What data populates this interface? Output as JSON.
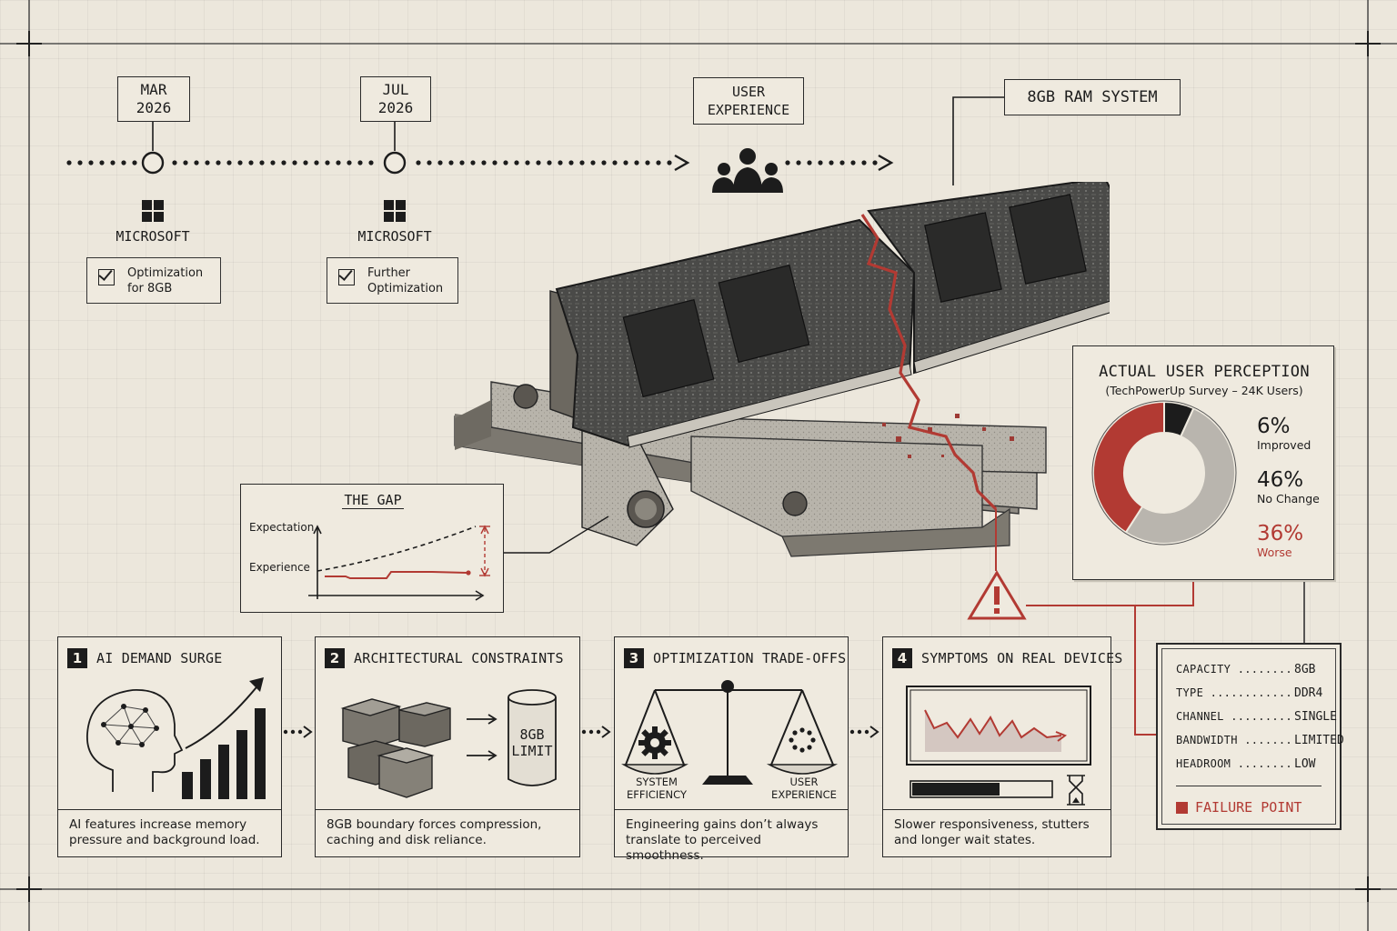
{
  "timeline": {
    "dates": [
      {
        "line1": "MAR",
        "line2": "2026"
      },
      {
        "line1": "JUL",
        "line2": "2026"
      }
    ],
    "company_label": "MICROSOFT",
    "notes": [
      {
        "line1": "Optimization",
        "line2": "for 8GB"
      },
      {
        "line1": "Further",
        "line2": "Optimization"
      }
    ],
    "user_experience": {
      "line1": "USER",
      "line2": "EXPERIENCE"
    },
    "system_label": "8GB RAM SYSTEM"
  },
  "gap_chart": {
    "title": "THE GAP",
    "expectation_label": "Expectation",
    "experience_label": "Experience"
  },
  "perception": {
    "title": "ACTUAL USER PERCEPTION",
    "subtitle": "(TechPowerUp Survey – 24K Users)"
  },
  "chart_data": {
    "type": "pie",
    "title": "ACTUAL USER PERCEPTION",
    "subtitle": "(TechPowerUp Survey – 24K Users)",
    "slices": [
      {
        "label": "Improved",
        "value": 6,
        "display": "6%",
        "color": "#1c1c1c"
      },
      {
        "label": "No Change",
        "value": 46,
        "display": "46%",
        "color": "#b9b5ae"
      },
      {
        "label": "Worse",
        "value": 36,
        "display": "36%",
        "color": "#b23a33"
      }
    ]
  },
  "specs": {
    "rows": [
      {
        "key": "CAPACITY ........",
        "value": "8GB"
      },
      {
        "key": "TYPE ............",
        "value": "DDR4"
      },
      {
        "key": "CHANNEL .........",
        "value": "SINGLE"
      },
      {
        "key": "BANDWIDTH .......",
        "value": "LIMITED"
      },
      {
        "key": "HEADROOM ........",
        "value": "LOW"
      }
    ],
    "failure_label": "FAILURE POINT"
  },
  "steps": [
    {
      "num": "1",
      "title": "AI DEMAND SURGE",
      "desc1": "AI features increase memory",
      "desc2": "pressure and background load."
    },
    {
      "num": "2",
      "title": "ARCHITECTURAL CONSTRAINTS",
      "desc1": "8GB boundary forces compression,",
      "desc2": "caching and disk reliance."
    },
    {
      "num": "3",
      "title": "OPTIMIZATION TRADE-OFFS",
      "desc1": "Engineering gains don’t always",
      "desc2": "translate to perceived smoothness."
    },
    {
      "num": "4",
      "title": "SYMPTOMS ON REAL DEVICES",
      "desc1": "Slower responsiveness, stutters",
      "desc2": "and longer wait states."
    }
  ],
  "step2_limit": {
    "line1": "8GB",
    "line2": "LIMIT"
  },
  "step3_labels": {
    "left1": "SYSTEM",
    "left2": "EFFICIENCY",
    "right1": "USER",
    "right2": "EXPERIENCE"
  },
  "colors": {
    "accent_red": "#b23a33",
    "ink": "#1c1c1c",
    "paper": "#ece7dc"
  }
}
